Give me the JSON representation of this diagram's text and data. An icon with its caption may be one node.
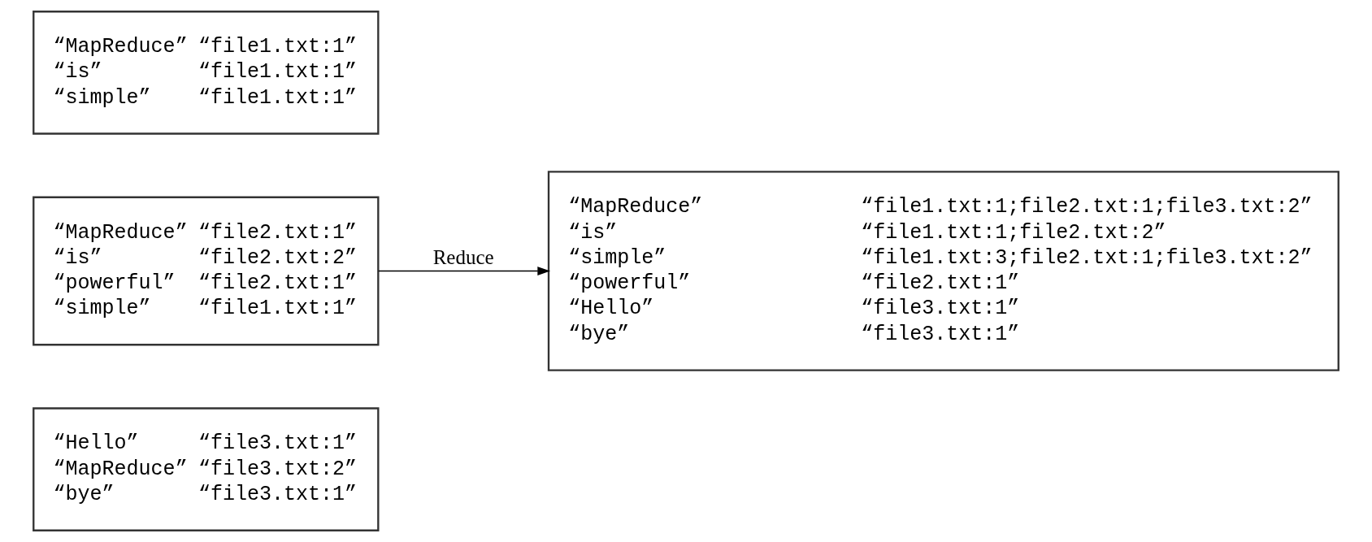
{
  "diagram": {
    "nodes": [
      {
        "text": [
          "“MapReduce”",
          "“file1.txt:1”",
          "“is”",
          "“file1.txt:1”",
          "“simple”",
          "“file1.txt:1”"
        ]
      },
      {
        "text": [
          "“MapReduce”",
          "“file2.txt:1”",
          "“is”",
          "“file2.txt:2”",
          "“powerful”",
          "“file2.txt:1”",
          "“simple”",
          "“file1.txt:1”"
        ]
      },
      {
        "text": [
          "“Hello”",
          "“file3.txt:1”",
          "“MapReduce”",
          "“file3.txt:2”",
          "“bye”",
          "“file3.txt:1”"
        ]
      },
      {
        "text": [
          "“MapReduce”",
          "“file1.txt:1;file2.txt:1;file3.txt:2”",
          "“is”",
          "“file1.txt:1;file2.txt:2”",
          "“simple”",
          "“file1.txt:3;file2.txt:1;file3.txt:2”",
          "“powerful”",
          "“file2.txt:1”",
          "“Hello”",
          "“file3.txt:1”",
          "“bye”",
          "“file3.txt:1”"
        ]
      }
    ],
    "edges": [
      {
        "from": 1,
        "to": 3,
        "arrow": "to",
        "label": "Reduce"
      }
    ]
  }
}
